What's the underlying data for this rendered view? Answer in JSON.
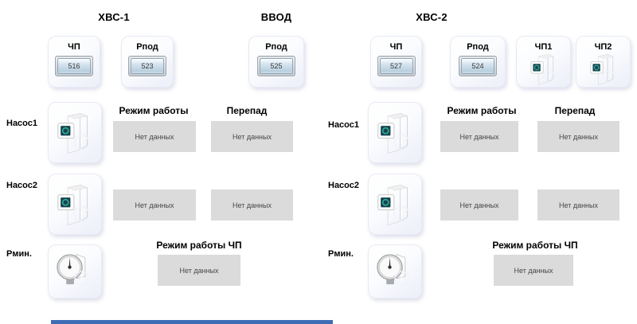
{
  "titles": {
    "hvs1": "ХВС-1",
    "vvod": "ВВОД",
    "hvs2": "ХВС-2"
  },
  "gauges": {
    "hvs1_chp": {
      "label": "ЧП",
      "value": "516"
    },
    "hvs1_rpod": {
      "label": "Рпод",
      "value": "523"
    },
    "vvod_rpod": {
      "label": "Рпод",
      "value": "525"
    },
    "hvs2_chp": {
      "label": "ЧП",
      "value": "527"
    },
    "hvs2_rpod": {
      "label": "Рпод",
      "value": "524"
    }
  },
  "devices": {
    "chp1": {
      "label": "ЧП1"
    },
    "chp2": {
      "label": "ЧП2"
    }
  },
  "row_labels": {
    "nasos1": "Насос1",
    "nasos2": "Насос2",
    "rmin": "Рмин."
  },
  "headers": {
    "rezhim": "Режим работы",
    "perepad": "Перепад",
    "rezhim_chp": "Режим работы ЧП"
  },
  "status": {
    "no_data": "Нет данных"
  },
  "icons": {
    "device": "vfd-drive-icon",
    "gauge": "pressure-gauge-icon",
    "badge": "alarm-exclamation-badge"
  },
  "colors": {
    "badge_blue": "#1d5fa7",
    "display_bg": "#c3d6e4",
    "status_box_bg": "#dbdbdb",
    "bottom_bar": "#3f6db5"
  }
}
